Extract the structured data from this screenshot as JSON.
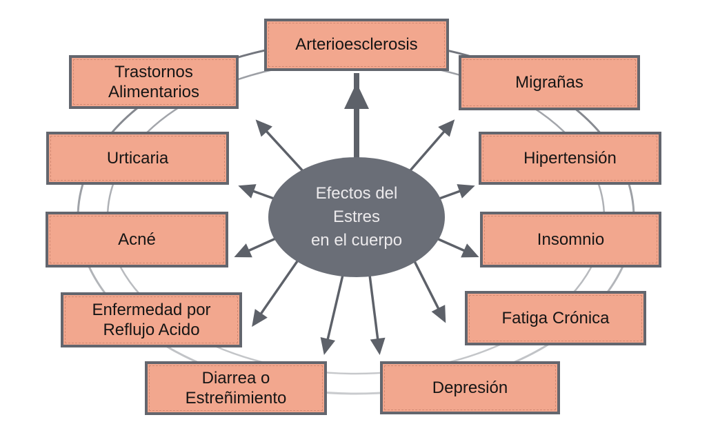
{
  "diagram": {
    "type": "radial-cause-effect",
    "center": {
      "lines": [
        "Efectos del",
        "Estres",
        "en el cuerpo"
      ]
    },
    "nodes": [
      {
        "id": "arterioesclerosis",
        "lines": [
          "Arterioesclerosis"
        ]
      },
      {
        "id": "trastornos-alimentarios",
        "lines": [
          "Trastornos",
          "Alimentarios"
        ]
      },
      {
        "id": "migranas",
        "lines": [
          "Migrañas"
        ]
      },
      {
        "id": "urticaria",
        "lines": [
          "Urticaria"
        ]
      },
      {
        "id": "hipertension",
        "lines": [
          "Hipertensión"
        ]
      },
      {
        "id": "acne",
        "lines": [
          "Acné"
        ]
      },
      {
        "id": "insomnio",
        "lines": [
          "Insomnio"
        ]
      },
      {
        "id": "enfermedad-reflujo",
        "lines": [
          "Enfermedad por",
          "Reflujo Acido"
        ]
      },
      {
        "id": "fatiga-cronica",
        "lines": [
          "Fatiga Crónica"
        ]
      },
      {
        "id": "diarrea-estrenimiento",
        "lines": [
          "Diarrea o",
          "Estreñimiento"
        ]
      },
      {
        "id": "depresion",
        "lines": [
          "Depresión"
        ]
      }
    ],
    "colors": {
      "background": "#ffffff",
      "box_fill": "#f2a78e",
      "box_border": "#63666e",
      "center_fill": "#6a6e77",
      "center_text": "#eceaec",
      "arrow": "#5d6169",
      "ring_top": "#6f727a",
      "ring_bottom": "#c9cbce",
      "ring_inner_top": "#9a9da3",
      "ring_inner_bottom": "#c6c8cb",
      "node_text": "#151515"
    }
  }
}
